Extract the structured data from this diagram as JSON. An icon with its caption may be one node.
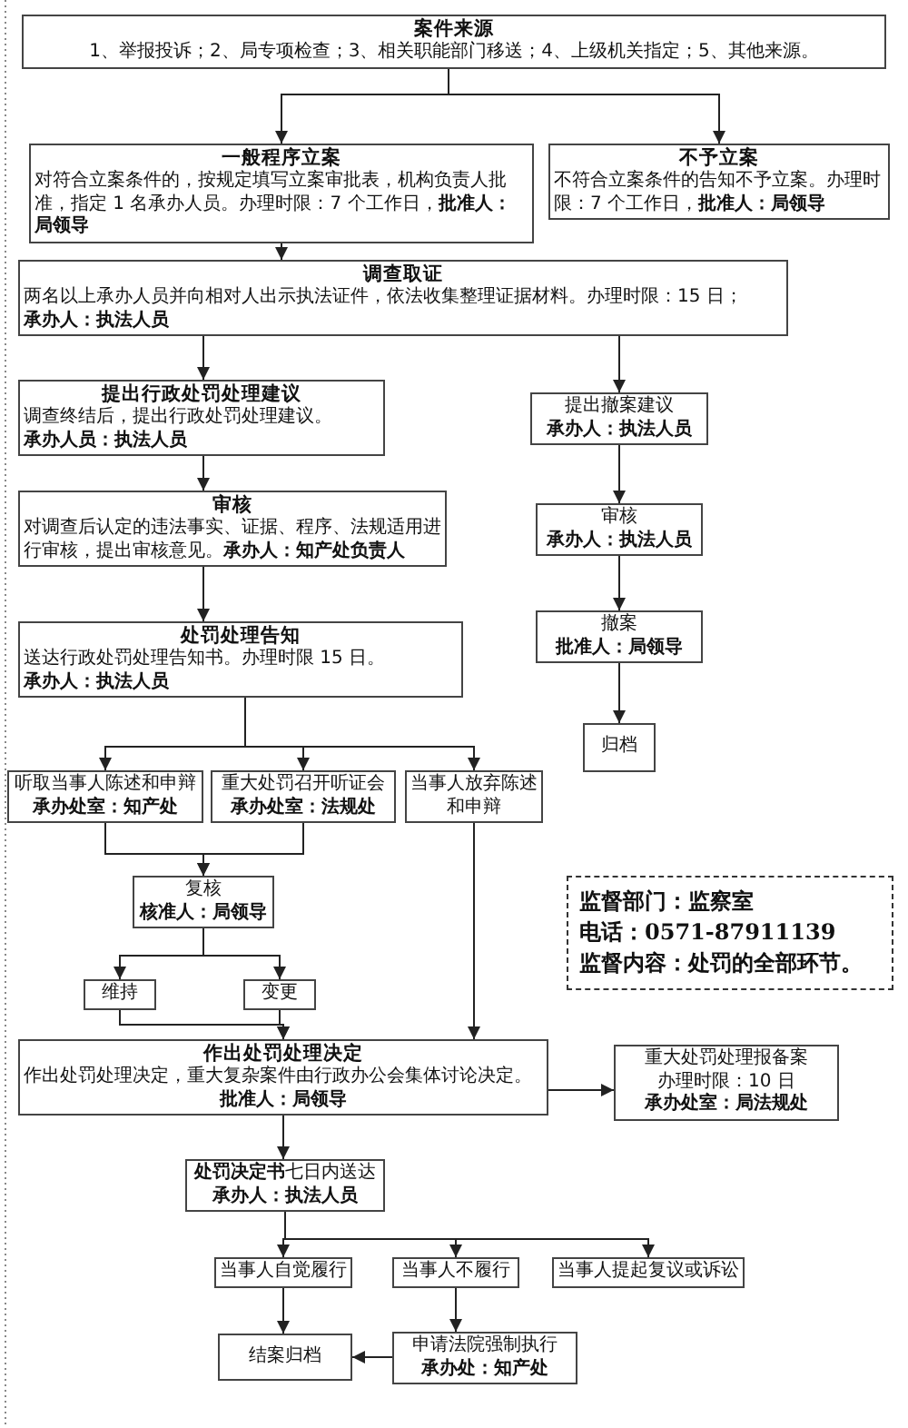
{
  "diagram": {
    "nodes": [
      {
        "text": [
          "案件来源",
          "1、举报投诉；2、局专项检查；3、相关职能部门移送；4、上级机关指定；5、其他来源。"
        ]
      },
      {
        "text": [
          "一般程序立案",
          "对符合立案条件的，按规定填写立案审批表，机构负责人批准，指定 1 名承办人员。办理时限：7 个工作日，**批准人：局领导**"
        ]
      },
      {
        "text": [
          "不予立案",
          "不符合立案条件的告知不予立案。办理时限：7 个工作日，**批准人：局领导**"
        ]
      },
      {
        "text": [
          "调查取证",
          "两名以上承办人员并向相对人出示执法证件，依法收集整理证据材料。办理时限：15 日；",
          "承办人：执法人员"
        ]
      },
      {
        "text": [
          "提出行政处罚处理建议",
          "调查终结后，提出行政处罚处理建议。",
          "承办人员：执法人员"
        ]
      },
      {
        "text": [
          "审核",
          "对调查后认定的违法事实、证据、程序、法规适用进行审核，提出审核意见。**承办人：知产处负责人**"
        ]
      },
      {
        "text": [
          "处罚处理告知",
          "送达行政处罚处理告知书。办理时限 15 日。",
          "承办人：执法人员"
        ]
      },
      {
        "text": [
          "提出撤案建议",
          "承办人：执法人员"
        ]
      },
      {
        "text": [
          "审核",
          "承办人：执法人员"
        ]
      },
      {
        "text": [
          "撤案",
          "批准人：局领导"
        ]
      },
      {
        "text": [
          "归档"
        ]
      },
      {
        "text": [
          "听取当事人陈述和申辩",
          "承办处室：知产处"
        ]
      },
      {
        "text": [
          "重大处罚召开听证会",
          "承办处室：法规处"
        ]
      },
      {
        "text": [
          "当事人放弃陈述和申辩"
        ]
      },
      {
        "text": [
          "复核",
          "核准人：局领导"
        ]
      },
      {
        "text": [
          "维持"
        ]
      },
      {
        "text": [
          "变更"
        ]
      },
      {
        "text": [
          "作出处罚处理决定",
          "作出处罚处理决定，重大复杂案件由行政办公会集体讨论决定。",
          "批准人：局领导"
        ]
      },
      {
        "text": [
          "重大处罚处理报备案",
          "办理时限：10 日",
          "承办处室：局法规处"
        ]
      },
      {
        "text": [
          "**处罚决定书**七日内送达",
          "承办人：执法人员"
        ]
      },
      {
        "text": [
          "当事人自觉履行"
        ]
      },
      {
        "text": [
          "当事人不履行"
        ]
      },
      {
        "text": [
          "当事人提起复议或诉讼"
        ]
      },
      {
        "text": [
          "结案归档"
        ]
      },
      {
        "text": [
          "申请法院强制执行",
          "承办处：知产处"
        ]
      },
      {
        "text": [
          "监督部门：监察室",
          "电话：0571-87911139",
          "监督内容：处罚的全部环节。"
        ]
      }
    ],
    "edges": [
      {
        "from": 0,
        "to": 1,
        "arrow": "to"
      },
      {
        "from": 0,
        "to": 2,
        "arrow": "to"
      },
      {
        "from": 1,
        "to": 3,
        "arrow": "to"
      },
      {
        "from": 3,
        "to": 4,
        "arrow": "to"
      },
      {
        "from": 3,
        "to": 7,
        "arrow": "to"
      },
      {
        "from": 4,
        "to": 5,
        "arrow": "to"
      },
      {
        "from": 5,
        "to": 6,
        "arrow": "to"
      },
      {
        "from": 7,
        "to": 8,
        "arrow": "to"
      },
      {
        "from": 8,
        "to": 9,
        "arrow": "to"
      },
      {
        "from": 9,
        "to": 10,
        "arrow": "to"
      },
      {
        "from": 6,
        "to": 11,
        "arrow": "to"
      },
      {
        "from": 6,
        "to": 12,
        "arrow": "to"
      },
      {
        "from": 6,
        "to": 13,
        "arrow": "to"
      },
      {
        "from": 11,
        "to": 14,
        "arrow": "to"
      },
      {
        "from": 12,
        "to": 14,
        "arrow": "to"
      },
      {
        "from": 14,
        "to": 15,
        "arrow": "to"
      },
      {
        "from": 14,
        "to": 16,
        "arrow": "to"
      },
      {
        "from": 15,
        "to": 17,
        "arrow": "to"
      },
      {
        "from": 16,
        "to": 17,
        "arrow": "to"
      },
      {
        "from": 13,
        "to": 17,
        "arrow": "to"
      },
      {
        "from": 17,
        "to": 18,
        "arrow": "to"
      },
      {
        "from": 17,
        "to": 19,
        "arrow": "to"
      },
      {
        "from": 19,
        "to": 20,
        "arrow": "to"
      },
      {
        "from": 19,
        "to": 21,
        "arrow": "to"
      },
      {
        "from": 19,
        "to": 22,
        "arrow": "to"
      },
      {
        "from": 20,
        "to": 23,
        "arrow": "to"
      },
      {
        "from": 21,
        "to": 24,
        "arrow": "to"
      },
      {
        "from": 24,
        "to": 23,
        "arrow": "to"
      }
    ]
  }
}
